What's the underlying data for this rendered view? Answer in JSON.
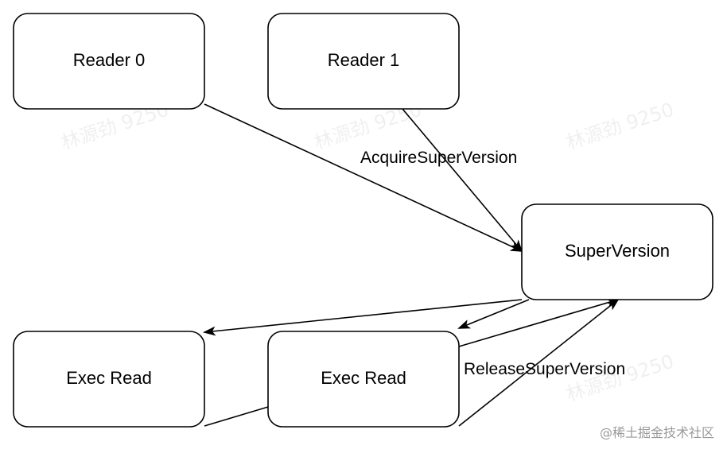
{
  "nodes": {
    "reader0": "Reader 0",
    "reader1": "Reader 1",
    "superversion": "SuperVersion",
    "exec_read_left": "Exec Read",
    "exec_read_right": "Exec Read"
  },
  "edge_labels": {
    "acquire": "AcquireSuperVersion",
    "release": "ReleaseSuperVersion"
  },
  "watermark": "林源劲 9250",
  "credit": "@稀土掘金技术社区",
  "colors": {
    "stroke": "#000000",
    "background": "#ffffff",
    "credit_text": "#9a9a9a"
  }
}
